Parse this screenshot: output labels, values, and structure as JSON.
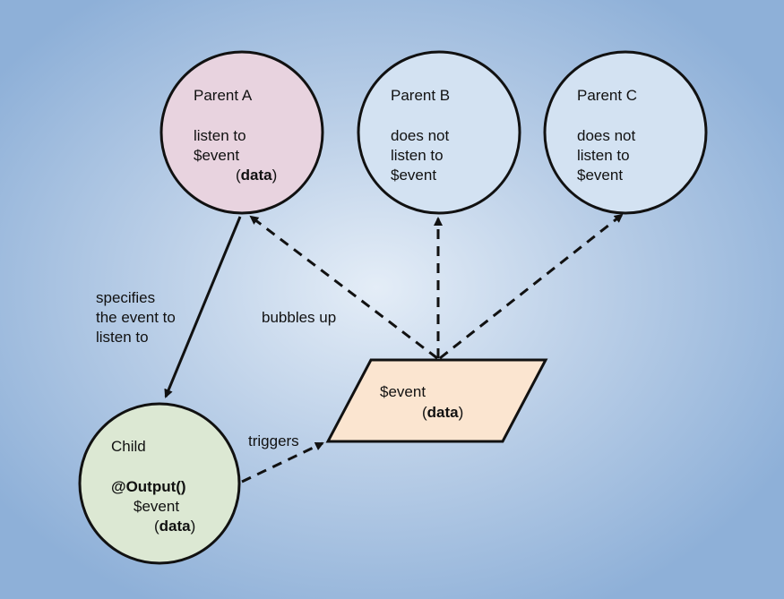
{
  "parents": [
    {
      "title": "Parent A",
      "lines": [
        "listen to",
        "$event"
      ],
      "data_paren_open": "(",
      "data_word": "data",
      "data_paren_close": ")"
    },
    {
      "title": "Parent B",
      "lines": [
        "does not",
        "listen to",
        "$event"
      ]
    },
    {
      "title": "Parent C",
      "lines": [
        "does not",
        "listen to",
        "$event"
      ]
    }
  ],
  "child": {
    "title": "Child",
    "decorator": "@Output()",
    "event": "$event",
    "data_paren_open": "(",
    "data_word": "data",
    "data_paren_close": ")"
  },
  "event_box": {
    "event": "$event",
    "data_paren_open": "(",
    "data_word": "data",
    "data_paren_close": ")"
  },
  "edge_labels": {
    "specifies": [
      "specifies",
      "the event to",
      "listen to"
    ],
    "bubbles_up": "bubbles up",
    "triggers": "triggers"
  },
  "colors": {
    "parent_a_fill": "#e8d3df",
    "parent_bc_fill": "#d3e2f2",
    "child_fill": "#dce8d3",
    "event_fill": "#fbe5d0",
    "stroke": "#111111"
  }
}
